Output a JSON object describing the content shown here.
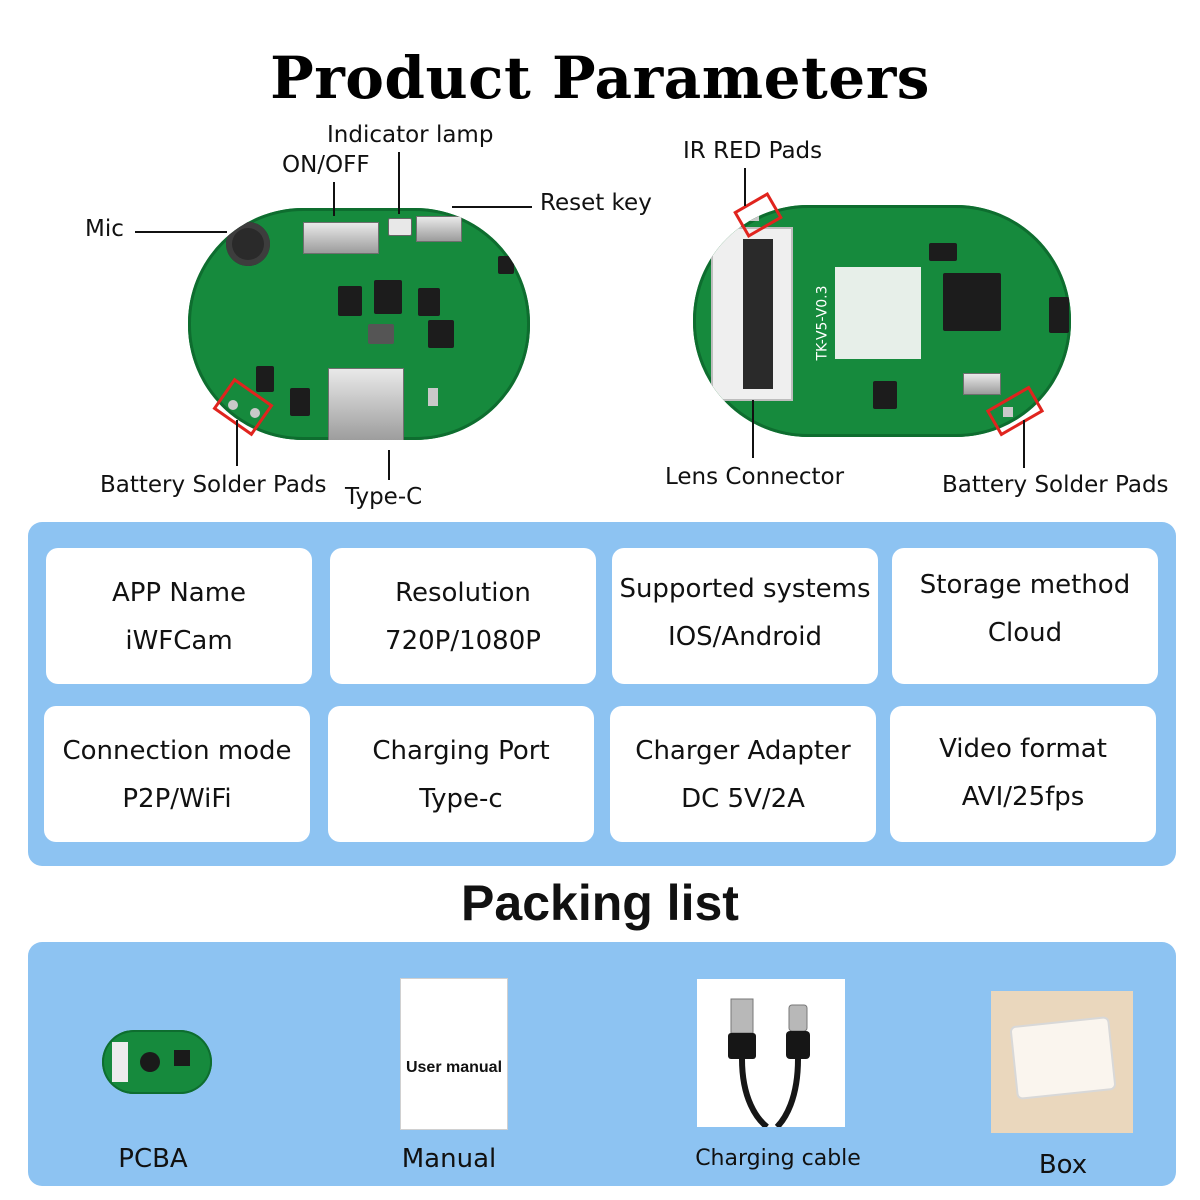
{
  "title": "Product Parameters",
  "board_labels": {
    "indicator_lamp": "Indicator lamp",
    "on_off": "ON/OFF",
    "reset_key": "Reset key",
    "mic": "Mic",
    "battery_pads_left": "Battery Solder Pads",
    "type_c": "Type-C",
    "ir_red_pads": "IR RED Pads",
    "lens_connector": "Lens Connector",
    "battery_pads_right": "Battery Solder Pads",
    "board_marking": "TK-V5-V0.3"
  },
  "parameters": [
    {
      "label": "APP Name",
      "value": "iWFCam"
    },
    {
      "label": "Resolution",
      "value": "720P/1080P"
    },
    {
      "label": "Supported systems",
      "value": "IOS/Android"
    },
    {
      "label": "Storage method",
      "value": "Cloud"
    },
    {
      "label": "Connection mode",
      "value": "P2P/WiFi"
    },
    {
      "label": "Charging Port",
      "value": "Type-c"
    },
    {
      "label": "Charger Adapter",
      "value": "DC 5V/2A"
    },
    {
      "label": "Video format",
      "value": "AVI/25fps"
    }
  ],
  "packing_title": "Packing list",
  "packing": [
    {
      "label": "PCBA"
    },
    {
      "label": "Manual",
      "image_text": "User manual"
    },
    {
      "label": "Charging cable"
    },
    {
      "label": "Box"
    }
  ],
  "colors": {
    "panel": "#8dc3f2",
    "pcb_green": "#168a3d",
    "highlight_red": "#e0241e"
  }
}
